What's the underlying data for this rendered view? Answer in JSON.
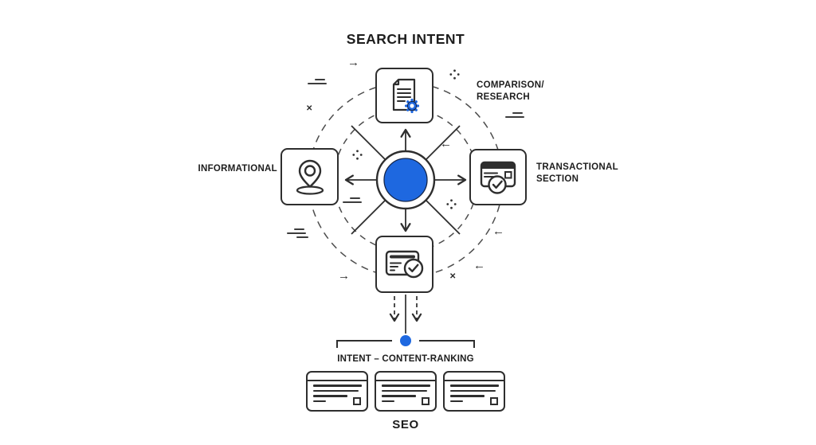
{
  "title": "SEARCH INTENT",
  "colors": {
    "accent": "#1e68e0",
    "line": "#2e2e2e",
    "text": "#1d1d1d"
  },
  "hub": {
    "icon": "blue-circle-hub"
  },
  "nodes": {
    "top": {
      "icon": "document-gear-icon",
      "label_lines": [
        "COMPARISON/",
        "RESEARCH"
      ]
    },
    "left": {
      "icon": "location-pin-icon",
      "label": "INFORMATIONAL"
    },
    "right": {
      "icon": "browser-check-icon",
      "label_lines": [
        "TRANSACTIONAL",
        "SECTION"
      ]
    },
    "bottom": {
      "icon": "card-check-icon"
    }
  },
  "flow": {
    "caption": "INTENT – CONTENT-RANKING",
    "result_label": "SEO",
    "card_count": 3,
    "card_icon": "webpage-card-icon"
  },
  "decorations": {
    "arrow_right": "→",
    "arrow_left": "←",
    "cross": "✕"
  }
}
